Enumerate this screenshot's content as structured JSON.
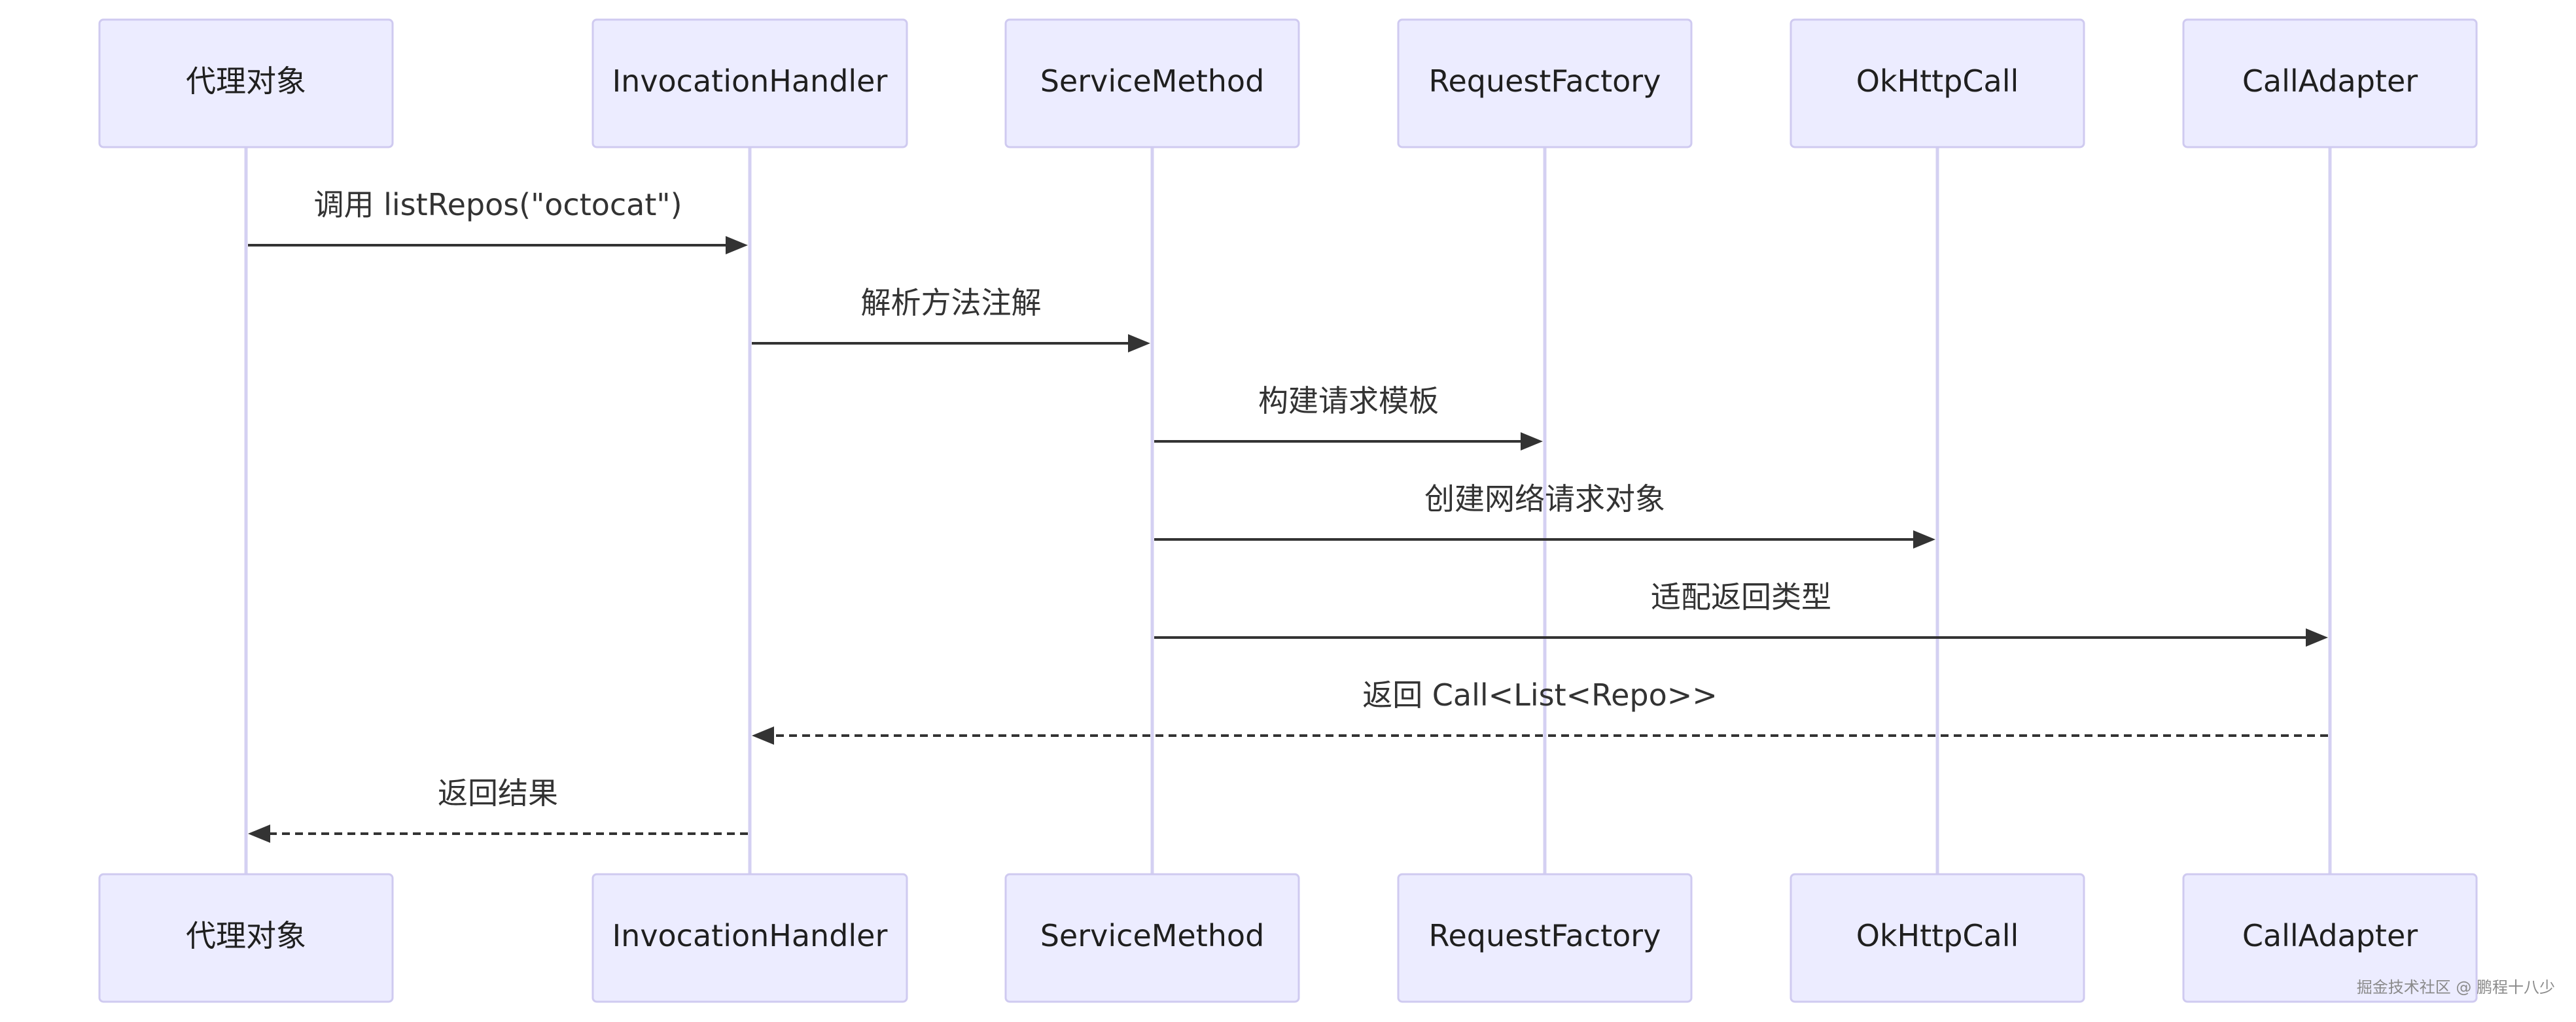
{
  "participants": [
    {
      "id": "proxy",
      "label": "代理对象"
    },
    {
      "id": "invocation-handler",
      "label": "InvocationHandler"
    },
    {
      "id": "service-method",
      "label": "ServiceMethod"
    },
    {
      "id": "request-factory",
      "label": "RequestFactory"
    },
    {
      "id": "okhttp-call",
      "label": "OkHttpCall"
    },
    {
      "id": "call-adapter",
      "label": "CallAdapter"
    }
  ],
  "messages": [
    {
      "from": 0,
      "to": 1,
      "label": "调用 listRepos(\"octocat\")",
      "style": "solid"
    },
    {
      "from": 1,
      "to": 2,
      "label": "解析方法注解",
      "style": "solid"
    },
    {
      "from": 2,
      "to": 3,
      "label": "构建请求模板",
      "style": "solid"
    },
    {
      "from": 2,
      "to": 4,
      "label": "创建网络请求对象",
      "style": "solid"
    },
    {
      "from": 2,
      "to": 5,
      "label": "适配返回类型",
      "style": "solid"
    },
    {
      "from": 5,
      "to": 1,
      "label": "返回 Call<List<Repo>>",
      "style": "dashed"
    },
    {
      "from": 1,
      "to": 0,
      "label": "返回结果",
      "style": "dashed"
    }
  ],
  "watermark": "掘金技术社区 @ 鹏程十八少",
  "colors": {
    "actor_fill": "#ECECFF",
    "actor_stroke": "#CFCAF0",
    "lifeline": "#D4D0F2",
    "message": "#333333"
  }
}
